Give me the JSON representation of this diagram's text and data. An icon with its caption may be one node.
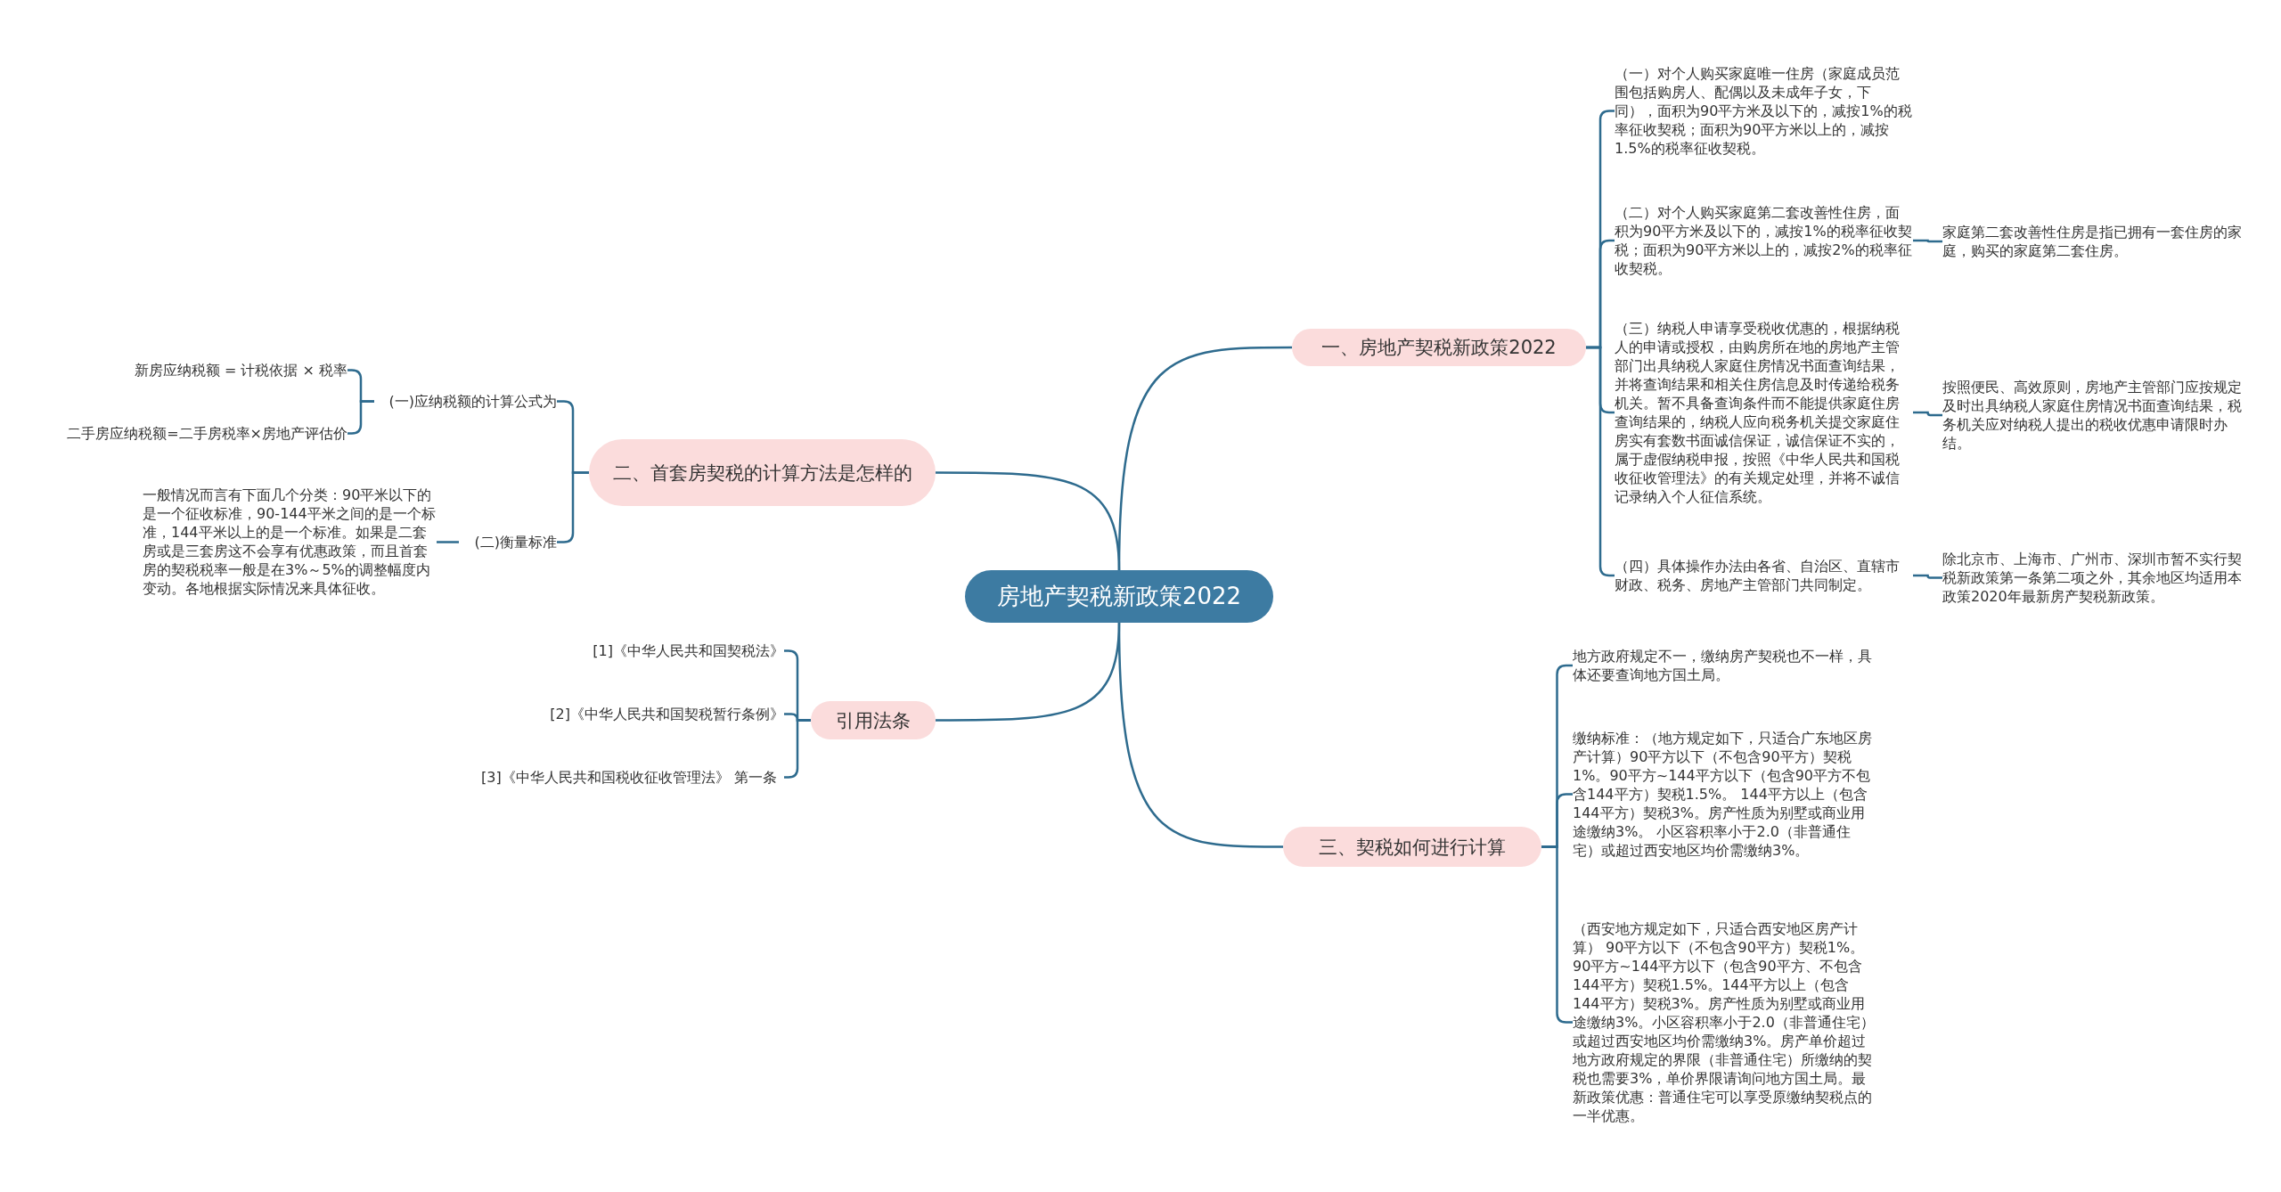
{
  "diagram": {
    "nodes": [
      {
        "text": [
          "房地产契税新政策2022"
        ]
      },
      {
        "text": [
          "一、房地产契税新政策2022"
        ]
      },
      {
        "text": [
          "（一）对个人购买家庭唯一住房（家庭成员范围包括购房人、配偶以及未成年子女，下同），面积为90平方米及以下的，减按1%的税率征收契税；面积为90平方米以上的，减按1.5%的税率征收契税。"
        ]
      },
      {
        "text": [
          "（二）对个人购买家庭第二套改善性住房，面积为90平方米及以下的，减按1%的税率征收契税；面积为90平方米以上的，减按2%的税率征收契税。"
        ]
      },
      {
        "text": [
          "家庭第二套改善性住房是指已拥有一套住房的家庭，购买的家庭第二套住房。"
        ]
      },
      {
        "text": [
          "（三）纳税人申请享受税收优惠的，根据纳税人的申请或授权，由购房所在地的房地产主管部门出具纳税人家庭住房情况书面查询结果，并将查询结果和相关住房信息及时传递给税务机关。暂不具备查询条件而不能提供家庭住房查询结果的，纳税人应向税务机关提交家庭住房实有套数书面诚信保证，诚信保证不实的，属于虚假纳税申报，按照《中华人民共和国税收征收管理法》的有关规定处理，并将不诚信记录纳入个人征信系统。"
        ]
      },
      {
        "text": [
          "按照便民、高效原则，房地产主管部门应按规定及时出具纳税人家庭住房情况书面查询结果，税务机关应对纳税人提出的税收优惠申请限时办结。"
        ]
      },
      {
        "text": [
          "（四）具体操作办法由各省、自治区、直辖市财政、税务、房地产主管部门共同制定。"
        ]
      },
      {
        "text": [
          "除北京市、上海市、广州市、深圳市暂不实行契税新政策第一条第二项之外，其余地区均适用本政策2020年最新房产契税新政策。"
        ]
      },
      {
        "text": [
          "二、首套房契税的计算方法是怎样的"
        ]
      },
      {
        "text": [
          "(一)应纳税额的计算公式为"
        ]
      },
      {
        "text": [
          "新房应纳税额 = 计税依据 × 税率"
        ]
      },
      {
        "text": [
          "二手房应纳税额=二手房税率×房地产评估价"
        ]
      },
      {
        "text": [
          "(二)衡量标准"
        ]
      },
      {
        "text": [
          "一般情况而言有下面几个分类：90平米以下的是一个征收标准，90-144平米之间的是一个标准，144平米以上的是一个标准。如果是二套房或是三套房这不会享有优惠政策，而且首套房的契税税率一般是在3%～5%的调整幅度内变动。各地根据实际情况来具体征收。"
        ]
      },
      {
        "text": [
          "引用法条"
        ]
      },
      {
        "text": [
          "[1]《中华人民共和国契税法》"
        ]
      },
      {
        "text": [
          "[2]《中华人民共和国契税暂行条例》"
        ]
      },
      {
        "text": [
          "[3]《中华人民共和国税收征收管理法》 第一条"
        ]
      },
      {
        "text": [
          "三、契税如何进行计算"
        ]
      },
      {
        "text": [
          "地方政府规定不一，缴纳房产契税也不一样，具体还要查询地方国土局。"
        ]
      },
      {
        "text": [
          "缴纳标准：（地方规定如下，只适合广东地区房产计算）90平方以下（不包含90平方）契税1%。90平方~144平方以下（包含90平方不包含144平方）契税1.5%。 144平方以上（包含144平方）契税3%。房产性质为别墅或商业用途缴纳3%。 小区容积率小于2.0（非普通住宅）或超过西安地区均价需缴纳3%。"
        ]
      },
      {
        "text": [
          "（西安地方规定如下，只适合西安地区房产计算） 90平方以下（不包含90平方）契税1%。90平方~144平方以下（包含90平方、不包含144平方）契税1.5%。144平方以上（包含144平方）契税3%。房产性质为别墅或商业用途缴纳3%。小区容积率小于2.0（非普通住宅）或超过西安地区均价需缴纳3%。房产单价超过地方政府规定的界限（非普通住宅）所缴纳的契税也需要3%，单价界限请询问地方国土局。最新政策优惠：普通住宅可以享受原缴纳契税点的一半优惠。"
        ]
      }
    ],
    "edges": [
      {
        "from": 0,
        "to": 1,
        "arrow": "none"
      },
      {
        "from": 1,
        "to": 2,
        "arrow": "none"
      },
      {
        "from": 1,
        "to": 3,
        "arrow": "none"
      },
      {
        "from": 3,
        "to": 4,
        "arrow": "none"
      },
      {
        "from": 1,
        "to": 5,
        "arrow": "none"
      },
      {
        "from": 5,
        "to": 6,
        "arrow": "none"
      },
      {
        "from": 1,
        "to": 7,
        "arrow": "none"
      },
      {
        "from": 7,
        "to": 8,
        "arrow": "none"
      },
      {
        "from": 0,
        "to": 9,
        "arrow": "none"
      },
      {
        "from": 9,
        "to": 10,
        "arrow": "none"
      },
      {
        "from": 10,
        "to": 11,
        "arrow": "none"
      },
      {
        "from": 10,
        "to": 12,
        "arrow": "none"
      },
      {
        "from": 9,
        "to": 13,
        "arrow": "none"
      },
      {
        "from": 13,
        "to": 14,
        "arrow": "none"
      },
      {
        "from": 0,
        "to": 15,
        "arrow": "none"
      },
      {
        "from": 15,
        "to": 16,
        "arrow": "none"
      },
      {
        "from": 15,
        "to": 17,
        "arrow": "none"
      },
      {
        "from": 15,
        "to": 18,
        "arrow": "none"
      },
      {
        "from": 0,
        "to": 19,
        "arrow": "none"
      },
      {
        "from": 19,
        "to": 20,
        "arrow": "none"
      },
      {
        "from": 19,
        "to": 21,
        "arrow": "none"
      },
      {
        "from": 19,
        "to": 22,
        "arrow": "none"
      }
    ]
  }
}
